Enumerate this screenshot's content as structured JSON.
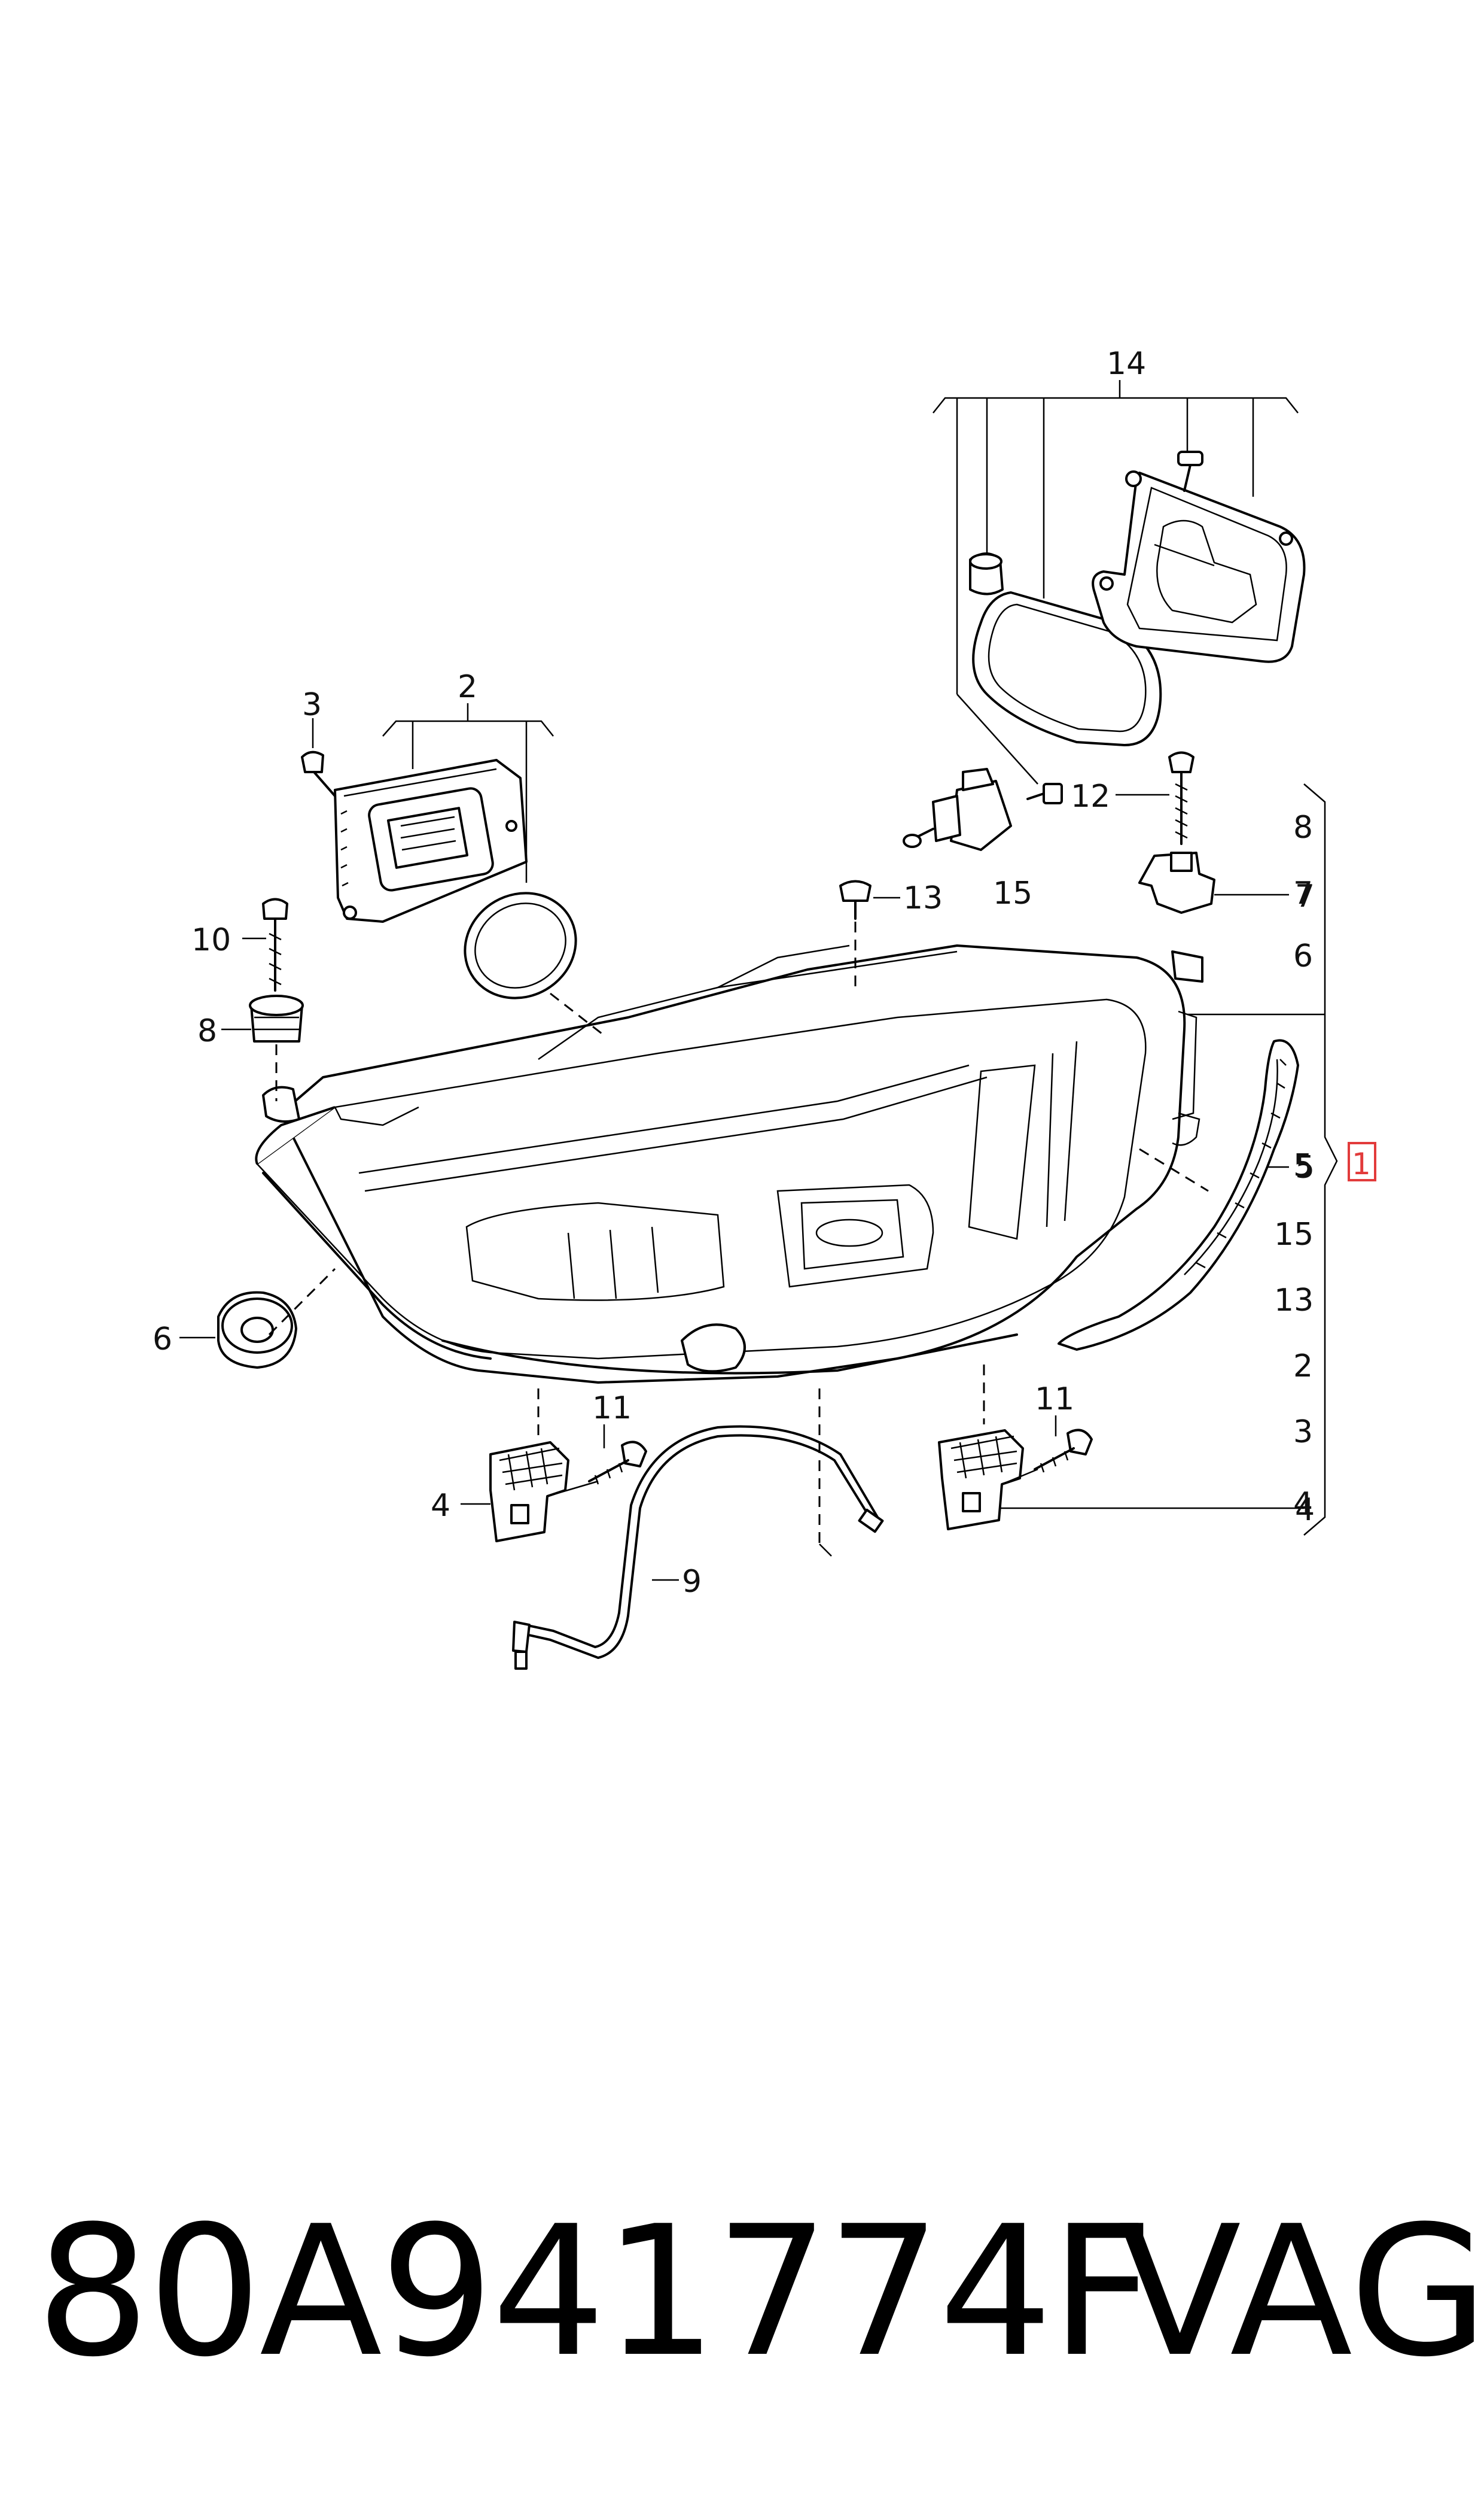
{
  "diagram": {
    "callouts": {
      "c14": "14",
      "c2": "2",
      "c3": "3",
      "c12": "12",
      "c13": "13",
      "c15": "15",
      "c10": "10",
      "c8": "8",
      "c7": "7",
      "c6": "6",
      "c6b": "6",
      "c5": "5",
      "c1": "1",
      "c11a": "11",
      "c11b": "11",
      "c4a": "4",
      "c4b": "4",
      "c9": "9"
    },
    "set_list": [
      "8",
      "7",
      "6",
      "5",
      "15",
      "13",
      "2",
      "3",
      "4"
    ]
  },
  "footer": {
    "part_number": "80A941774F",
    "brand": "VAG"
  }
}
